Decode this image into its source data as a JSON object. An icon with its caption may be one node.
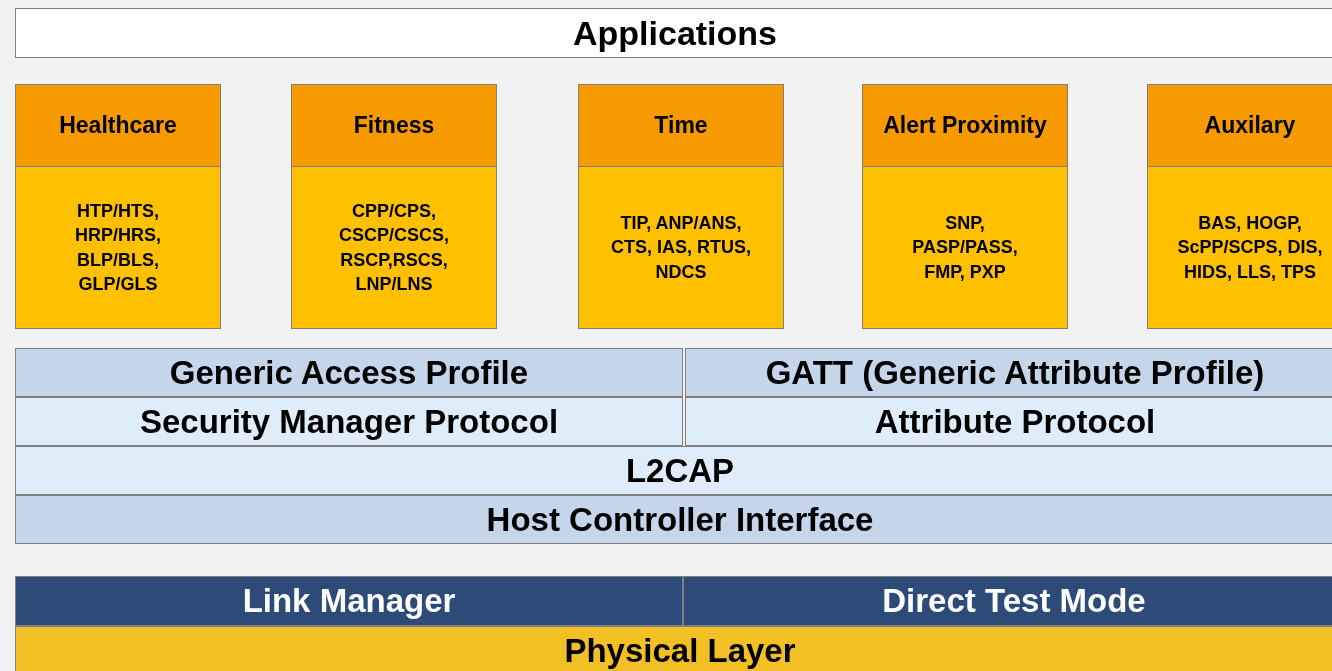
{
  "diagram": {
    "nodes": [
      {
        "text": [
          "Applications"
        ]
      },
      {
        "text": [
          "Healthcare",
          "HTP/HTS, HRP/HRS, BLP/BLS, GLP/GLS"
        ]
      },
      {
        "text": [
          "Fitness",
          "CPP/CPS, CSCP/CSCS, RSCP,RSCS, LNP/LNS"
        ]
      },
      {
        "text": [
          "Time",
          "TIP, ANP/ANS, CTS, IAS, RTUS, NDCS"
        ]
      },
      {
        "text": [
          "Alert Proximity",
          "SNP, PASP/PASS, FMP, PXP"
        ]
      },
      {
        "text": [
          "Auxilary",
          "BAS, HOGP, ScPP/SCPS, DIS, HIDS, LLS, TPS"
        ]
      },
      {
        "text": [
          "Generic Access Profile"
        ]
      },
      {
        "text": [
          "GATT (Generic Attribute Profile)"
        ]
      },
      {
        "text": [
          "Security Manager Protocol"
        ]
      },
      {
        "text": [
          "Attribute Protocol"
        ]
      },
      {
        "text": [
          "L2CAP"
        ]
      },
      {
        "text": [
          "Host Controller Interface"
        ]
      },
      {
        "text": [
          "Link Manager"
        ]
      },
      {
        "text": [
          "Direct Test Mode"
        ]
      },
      {
        "text": [
          "Physical Layer"
        ]
      }
    ]
  }
}
